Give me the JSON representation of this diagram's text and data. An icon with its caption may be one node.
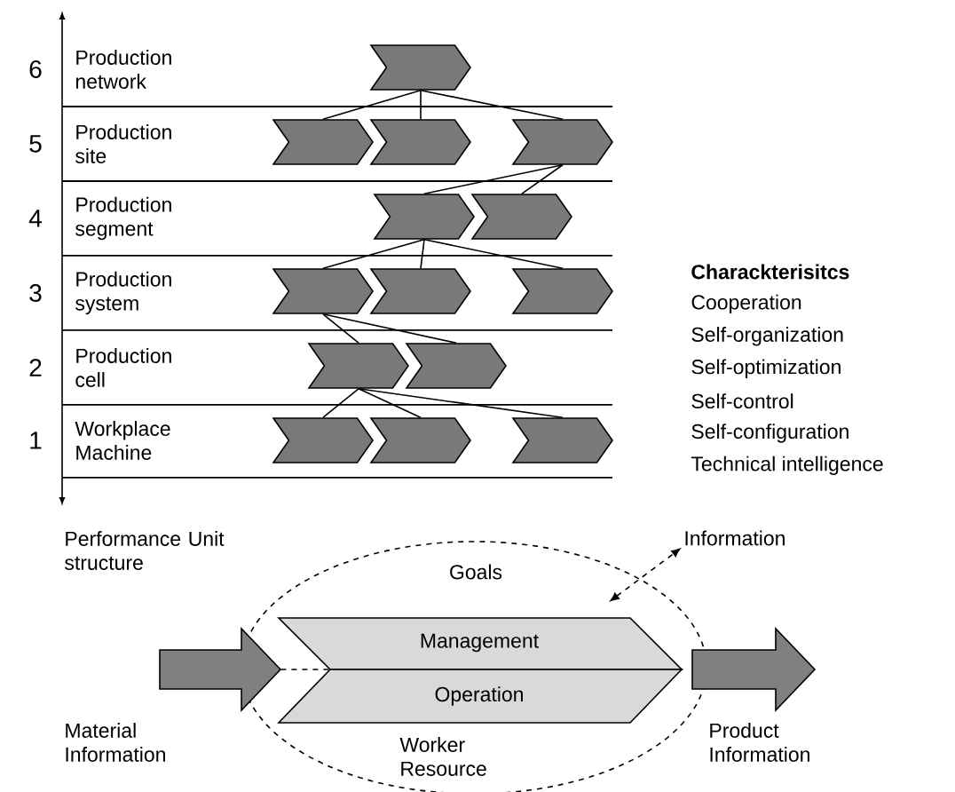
{
  "diagram": {
    "nodes": [
      {
        "text": [],
        "shape": "chevron"
      },
      {
        "text": [],
        "shape": "chevron"
      },
      {
        "text": [],
        "shape": "chevron"
      },
      {
        "text": [],
        "shape": "chevron"
      },
      {
        "text": [],
        "shape": "chevron"
      },
      {
        "text": [],
        "shape": "chevron"
      },
      {
        "text": [],
        "shape": "chevron"
      },
      {
        "text": [],
        "shape": "chevron"
      },
      {
        "text": [],
        "shape": "chevron"
      },
      {
        "text": [],
        "shape": "chevron"
      },
      {
        "text": [],
        "shape": "chevron"
      },
      {
        "text": [],
        "shape": "chevron"
      },
      {
        "text": [],
        "shape": "chevron"
      },
      {
        "text": [],
        "shape": "chevron"
      },
      {
        "text": [
          "Goals",
          "Worker Resource"
        ]
      },
      {
        "text": [
          "Management"
        ],
        "in": 14
      },
      {
        "text": [
          "Operation"
        ],
        "in": 14
      },
      {
        "text": [],
        "shape": "arrow",
        "beside": [
          "Material Information"
        ]
      },
      {
        "text": [],
        "shape": "arrow",
        "beside": [
          "Product Information"
        ]
      },
      {
        "text": [
          "Information"
        ]
      }
    ],
    "edges": [
      {
        "from": 0,
        "to": 1,
        "arrow": "none"
      },
      {
        "from": 0,
        "to": 2,
        "arrow": "none"
      },
      {
        "from": 0,
        "to": 3,
        "arrow": "none"
      },
      {
        "from": 3,
        "to": 4,
        "arrow": "none"
      },
      {
        "from": 3,
        "to": 5,
        "arrow": "none"
      },
      {
        "from": 4,
        "to": 6,
        "arrow": "none"
      },
      {
        "from": 4,
        "to": 7,
        "arrow": "none"
      },
      {
        "from": 4,
        "to": 8,
        "arrow": "none"
      },
      {
        "from": 6,
        "to": 9,
        "arrow": "none"
      },
      {
        "from": 6,
        "to": 10,
        "arrow": "none"
      },
      {
        "from": 9,
        "to": 11,
        "arrow": "none"
      },
      {
        "from": 9,
        "to": 12,
        "arrow": "none"
      },
      {
        "from": 9,
        "to": 13,
        "arrow": "none"
      },
      {
        "from": 17,
        "to": 15,
        "arrow": "none",
        "style": "dashed"
      },
      {
        "from": 15,
        "to": 19,
        "arrow": "both",
        "style": "dashed"
      }
    ],
    "labels": [
      "6",
      "Production network",
      "5",
      "Production site",
      "4",
      "Production segment",
      "3",
      "Production system",
      "2",
      "Production cell",
      "1",
      "Workplace Machine",
      "Charackterisitcs",
      "Cooperation",
      "Self-organization",
      "Self-optimization",
      "Self-control",
      "Self-configuration",
      "Technical intelligence",
      "Performance Unit structure"
    ]
  }
}
